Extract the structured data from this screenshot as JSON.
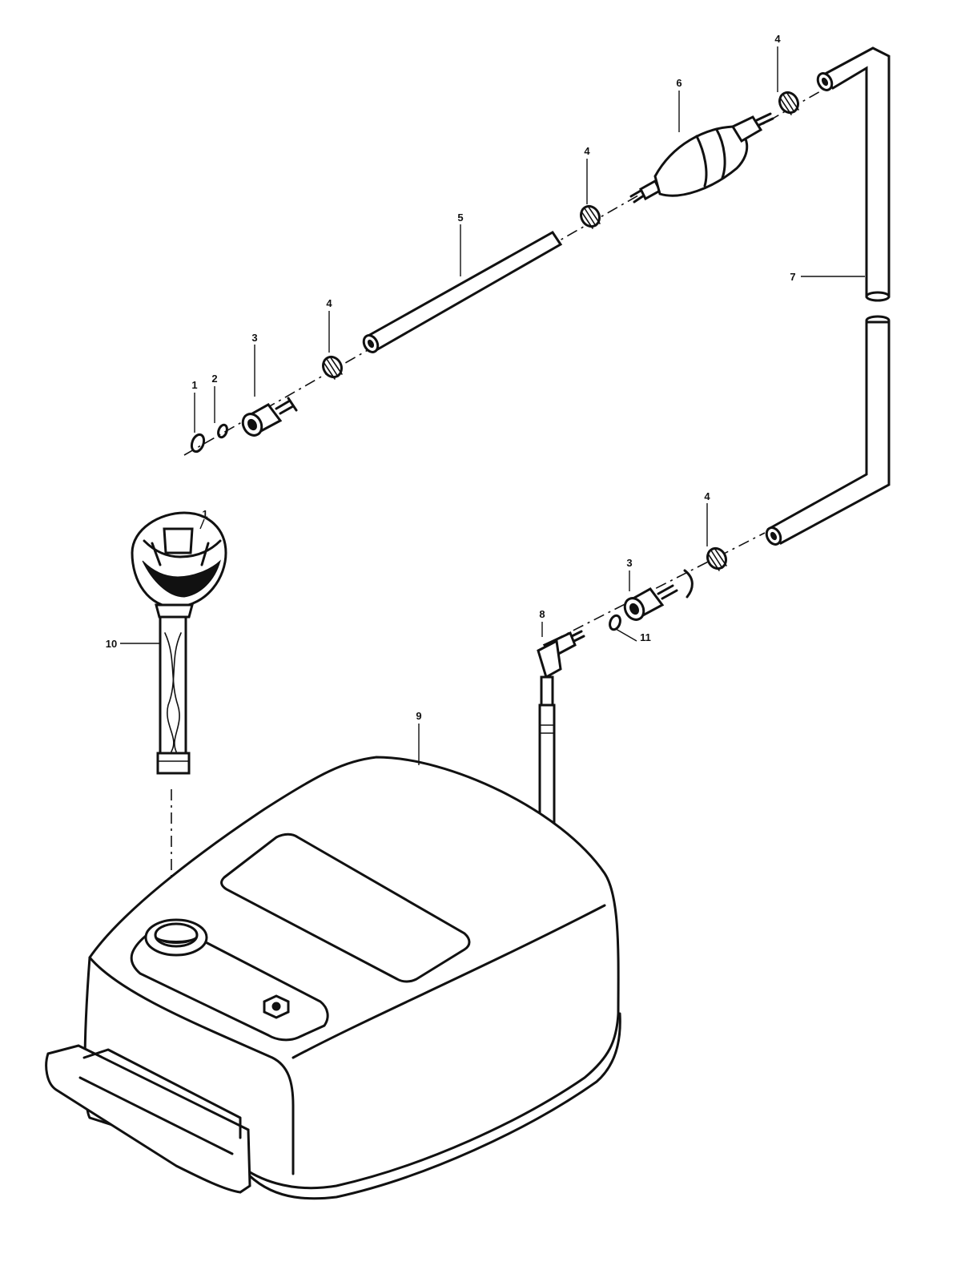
{
  "diagram": {
    "callouts": {
      "c1": "1",
      "c2": "2",
      "c3a": "3",
      "c3b": "3",
      "c4a": "4",
      "c4b": "4",
      "c4c": "4",
      "c4d": "4",
      "c5": "5",
      "c6": "6",
      "c7": "7",
      "c8": "8",
      "c9": "9",
      "c10": "10",
      "c11": "11",
      "c12": "1"
    }
  }
}
